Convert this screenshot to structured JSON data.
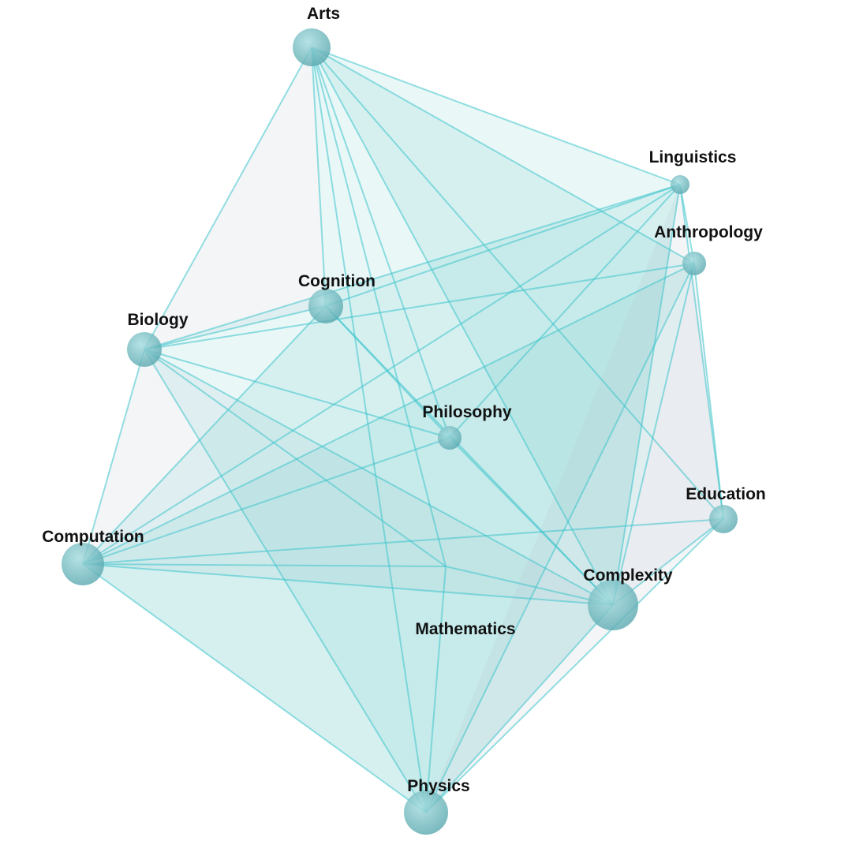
{
  "nodes": [
    {
      "id": "arts",
      "label": "Arts"
    },
    {
      "id": "linguistics",
      "label": "Linguistics"
    },
    {
      "id": "anthropology",
      "label": "Anthropology"
    },
    {
      "id": "cognition",
      "label": "Cognition"
    },
    {
      "id": "biology",
      "label": "Biology"
    },
    {
      "id": "philosophy",
      "label": "Philosophy"
    },
    {
      "id": "education",
      "label": "Education"
    },
    {
      "id": "computation",
      "label": "Computation"
    },
    {
      "id": "complexity",
      "label": "Complexity"
    },
    {
      "id": "mathematics",
      "label": "Mathematics"
    },
    {
      "id": "physics",
      "label": "Physics"
    }
  ],
  "colors": {
    "edge": "#3cc4cc",
    "face": "#7fcfd0",
    "node": "#7cc6cc"
  },
  "edges": [
    [
      "arts",
      "linguistics"
    ],
    [
      "arts",
      "anthropology"
    ],
    [
      "arts",
      "cognition"
    ],
    [
      "arts",
      "biology"
    ],
    [
      "arts",
      "philosophy"
    ],
    [
      "arts",
      "complexity"
    ],
    [
      "arts",
      "physics"
    ],
    [
      "arts",
      "education"
    ],
    [
      "arts",
      "mathematics"
    ],
    [
      "linguistics",
      "biology"
    ],
    [
      "linguistics",
      "cognition"
    ],
    [
      "linguistics",
      "complexity"
    ],
    [
      "linguistics",
      "computation"
    ],
    [
      "linguistics",
      "education"
    ],
    [
      "linguistics",
      "philosophy"
    ],
    [
      "linguistics",
      "anthropology"
    ],
    [
      "anthropology",
      "biology"
    ],
    [
      "anthropology",
      "complexity"
    ],
    [
      "anthropology",
      "education"
    ],
    [
      "anthropology",
      "physics"
    ],
    [
      "anthropology",
      "computation"
    ],
    [
      "cognition",
      "biology"
    ],
    [
      "cognition",
      "philosophy"
    ],
    [
      "cognition",
      "computation"
    ],
    [
      "cognition",
      "complexity"
    ],
    [
      "biology",
      "computation"
    ],
    [
      "biology",
      "complexity"
    ],
    [
      "biology",
      "physics"
    ],
    [
      "biology",
      "philosophy"
    ],
    [
      "biology",
      "mathematics"
    ],
    [
      "philosophy",
      "complexity"
    ],
    [
      "philosophy",
      "computation"
    ],
    [
      "education",
      "complexity"
    ],
    [
      "education",
      "physics"
    ],
    [
      "education",
      "computation"
    ],
    [
      "computation",
      "complexity"
    ],
    [
      "computation",
      "physics"
    ],
    [
      "computation",
      "mathematics"
    ],
    [
      "complexity",
      "physics"
    ],
    [
      "complexity",
      "mathematics"
    ],
    [
      "mathematics",
      "physics"
    ]
  ],
  "faces": [
    [
      "arts",
      "linguistics",
      "complexity"
    ],
    [
      "arts",
      "biology",
      "cognition"
    ],
    [
      "arts",
      "anthropology",
      "physics"
    ],
    [
      "biology",
      "linguistics",
      "complexity"
    ],
    [
      "biology",
      "computation",
      "complexity"
    ],
    [
      "computation",
      "complexity",
      "physics"
    ],
    [
      "biology",
      "physics",
      "complexity"
    ],
    [
      "anthropology",
      "education",
      "complexity"
    ],
    [
      "computation",
      "anthropology",
      "complexity"
    ],
    [
      "cognition",
      "computation",
      "physics"
    ],
    [
      "linguistics",
      "education",
      "physics"
    ],
    [
      "arts",
      "cognition",
      "physics"
    ]
  ]
}
